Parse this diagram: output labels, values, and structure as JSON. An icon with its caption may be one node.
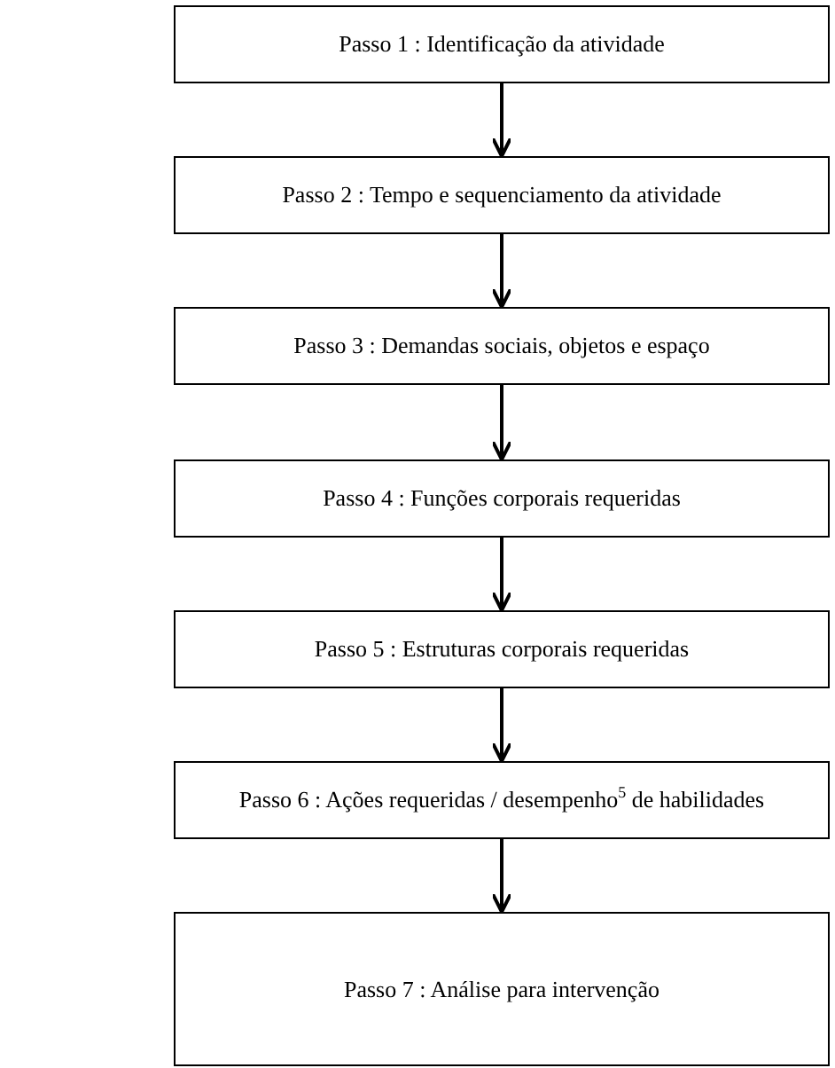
{
  "diagram": {
    "nodes": [
      {
        "text": [
          "Passo 1 : Identificação da atividade"
        ]
      },
      {
        "text": [
          "Passo 2 : Tempo e sequenciamento da atividade"
        ]
      },
      {
        "text": [
          "Passo 3 : Demandas sociais, objetos e espaço"
        ]
      },
      {
        "text": [
          "Passo 4 : Funções corporais requeridas"
        ]
      },
      {
        "text": [
          "Passo 5 : Estruturas corporais requeridas"
        ]
      },
      {
        "text": [
          "Passo 6 : Ações requeridas / desempenho$^{5}$ de habilidades"
        ]
      },
      {
        "text": [
          "Passo 7 : Análise para intervenção"
        ]
      }
    ],
    "edges": [
      {
        "from": 0,
        "to": 1,
        "arrow": "to"
      },
      {
        "from": 1,
        "to": 2,
        "arrow": "to"
      },
      {
        "from": 2,
        "to": 3,
        "arrow": "to"
      },
      {
        "from": 3,
        "to": 4,
        "arrow": "to"
      },
      {
        "from": 4,
        "to": 5,
        "arrow": "to"
      },
      {
        "from": 5,
        "to": 6,
        "arrow": "to"
      }
    ]
  }
}
